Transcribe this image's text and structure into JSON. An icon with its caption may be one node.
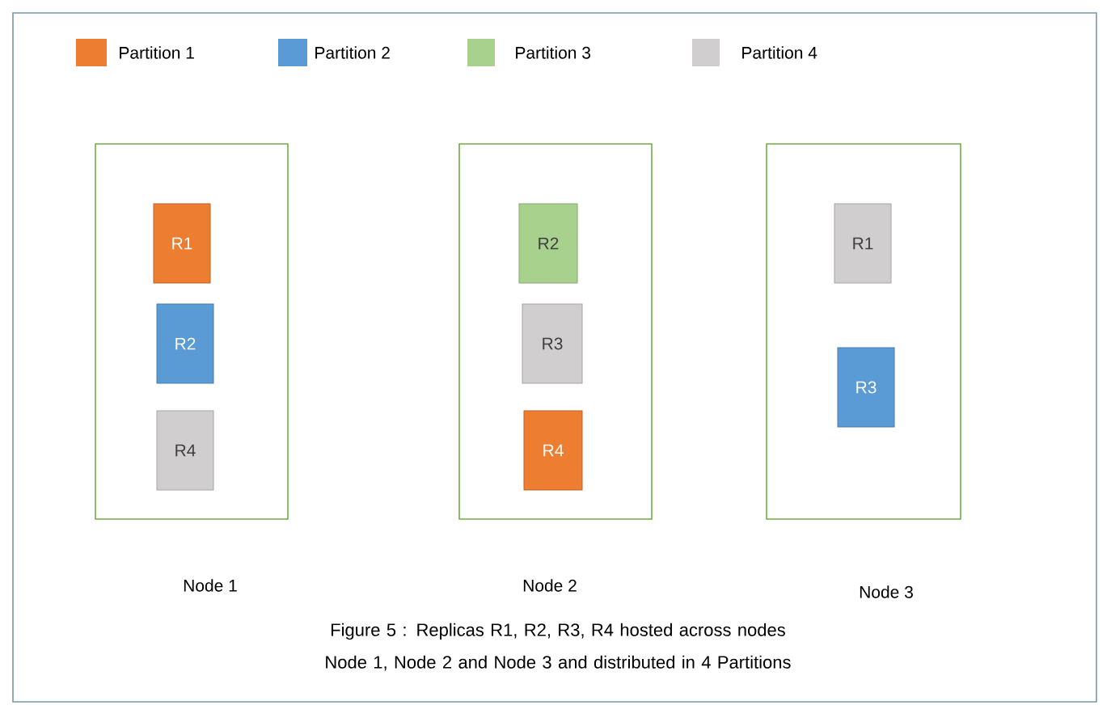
{
  "diagram": {
    "nodes": [
      {
        "text": [
          "Node 1"
        ]
      },
      {
        "text": [
          "R1"
        ],
        "in": 0
      },
      {
        "text": [
          "R2"
        ],
        "in": 0
      },
      {
        "text": [
          "R4"
        ],
        "in": 0
      },
      {
        "text": [
          "Node 2"
        ]
      },
      {
        "text": [
          "R2"
        ],
        "in": 4
      },
      {
        "text": [
          "R3"
        ],
        "in": 4
      },
      {
        "text": [
          "R4"
        ],
        "in": 4
      },
      {
        "text": [
          "Node 3"
        ]
      },
      {
        "text": [
          "R1"
        ],
        "in": 8
      },
      {
        "text": [
          "R3"
        ],
        "in": 8
      }
    ],
    "caption": "Figure 5 : Replicas R1, R2, R3, R4  hosted across  nodes Node 1, Node 2 and Node 3 and distributed in 4 Partitions",
    "legend": [
      {
        "text": "Partition 1",
        "color": "#ed7d31"
      },
      {
        "text": "Partition 2",
        "color": "#5b9bd5"
      },
      {
        "text": "Partition 3",
        "color": "#a9d18e"
      },
      {
        "text": "Partition 4",
        "color": "#d0cece"
      }
    ]
  }
}
